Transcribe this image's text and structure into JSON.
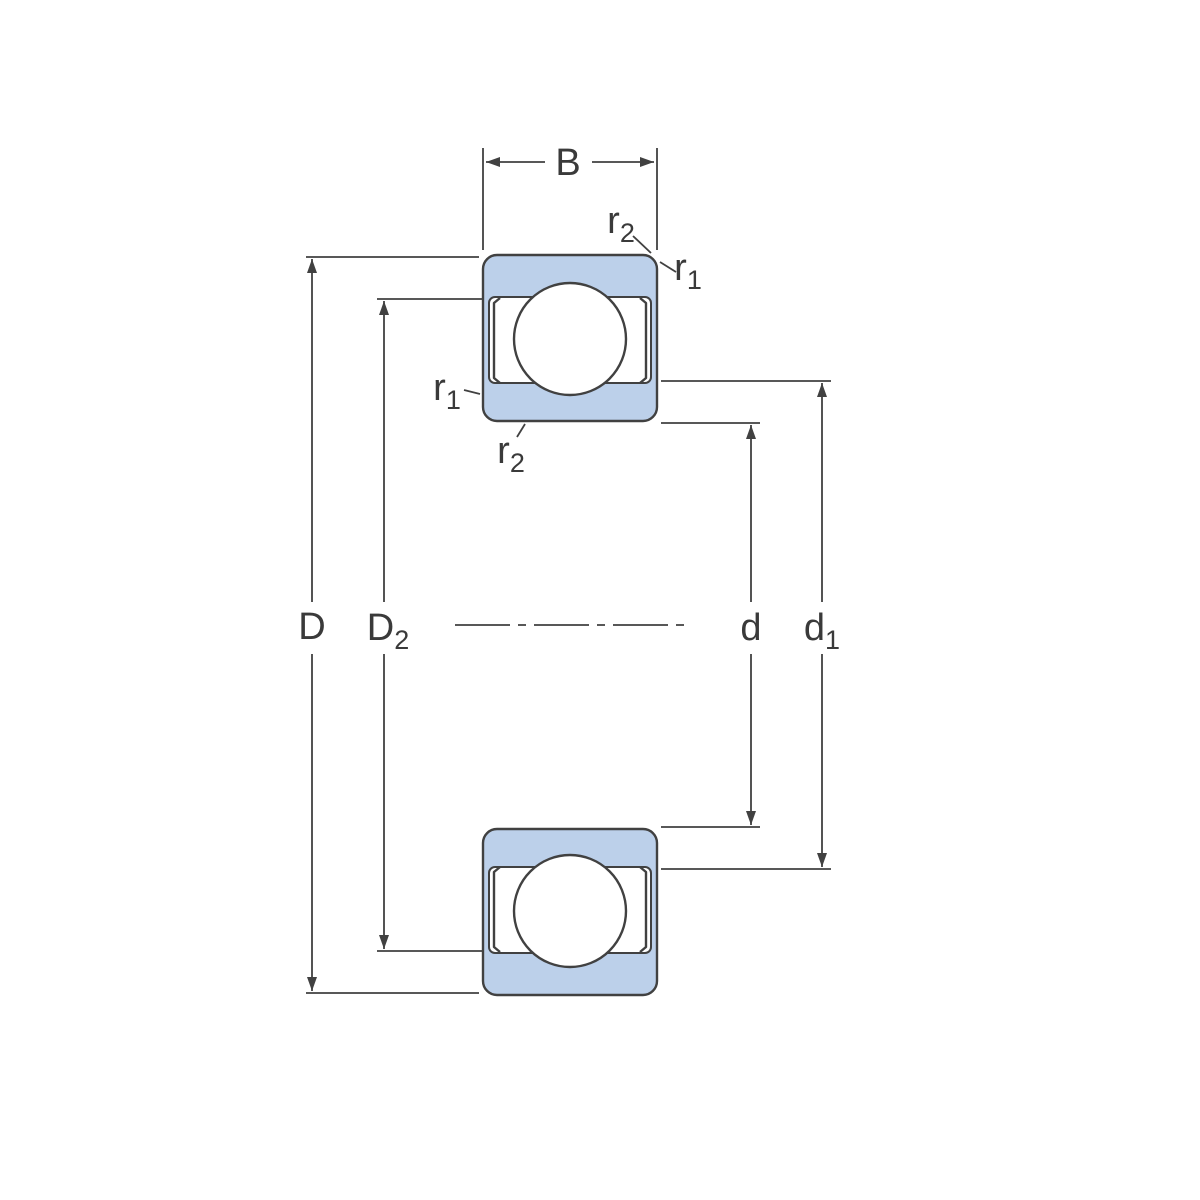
{
  "figure": {
    "type": "technical-drawing",
    "subject": "deep-groove-ball-bearing-with-shields-cross-section",
    "colors": {
      "ring_fill": "#bcd0ea",
      "line": "#414141",
      "background": "#ffffff"
    },
    "labels": {
      "B": {
        "base": "B",
        "sub": ""
      },
      "D": {
        "base": "D",
        "sub": ""
      },
      "D2": {
        "base": "D",
        "sub": "2"
      },
      "d": {
        "base": "d",
        "sub": ""
      },
      "d1": {
        "base": "d",
        "sub": "1"
      },
      "r1_outer": {
        "base": "r",
        "sub": "1"
      },
      "r2_outer": {
        "base": "r",
        "sub": "2"
      },
      "r1_inner": {
        "base": "r",
        "sub": "1"
      },
      "r2_inner": {
        "base": "r",
        "sub": "2"
      }
    }
  }
}
